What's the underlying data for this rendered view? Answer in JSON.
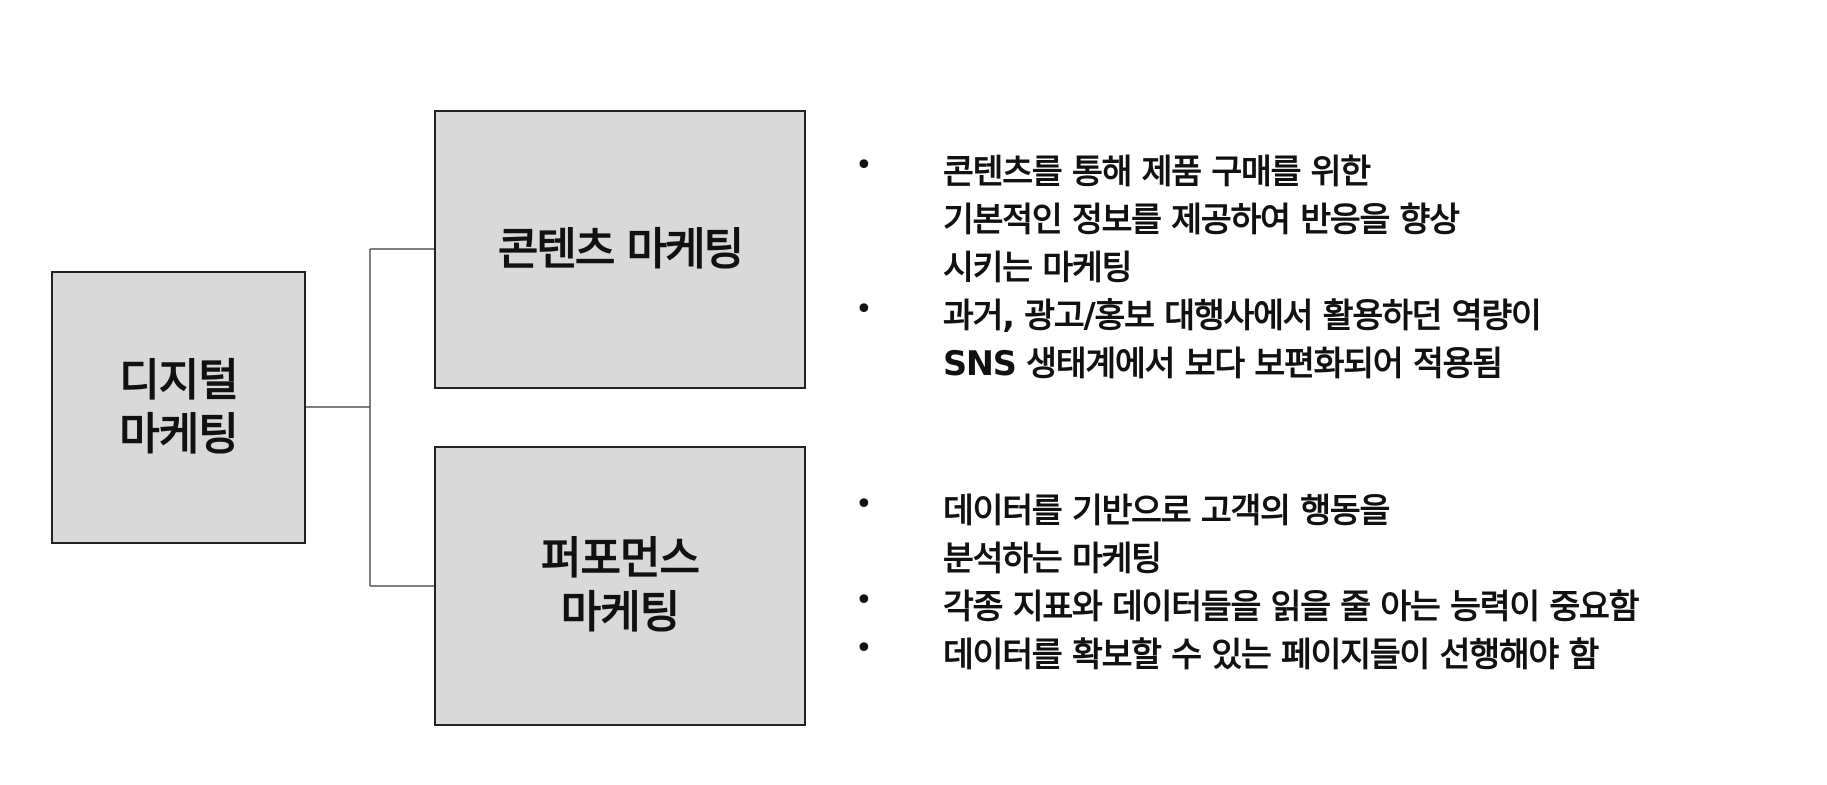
{
  "nodes": {
    "root": {
      "label": "디지털\n마케팅"
    },
    "content": {
      "label": "콘텐츠 마케팅"
    },
    "performance": {
      "label": "퍼포먼스\n마케팅"
    }
  },
  "content_bullets": [
    {
      "marker": "•",
      "text": "콘텐츠를 통해 제품 구매를 위한\n기본적인 정보를 제공하여 반응을 향상\n시키는 마케팅"
    },
    {
      "marker": "•",
      "text": "과거, 광고/홍보 대행사에서 활용하던 역량이\nSNS 생태계에서 보다 보편화되어 적용됨"
    }
  ],
  "performance_bullets": [
    {
      "marker": "•",
      "text": "데이터를 기반으로 고객의 행동을\n분석하는 마케팅"
    },
    {
      "marker": "•",
      "text": "각종 지표와 데이터들을 읽을 줄 아는 능력이 중요함"
    },
    {
      "marker": "•",
      "text": "데이터를 확보할 수 있는 페이지들이 선행해야 함"
    }
  ],
  "colors": {
    "box_fill": "#d9d9d9",
    "box_border": "#222222",
    "connector": "#555555",
    "text": "#111111"
  }
}
